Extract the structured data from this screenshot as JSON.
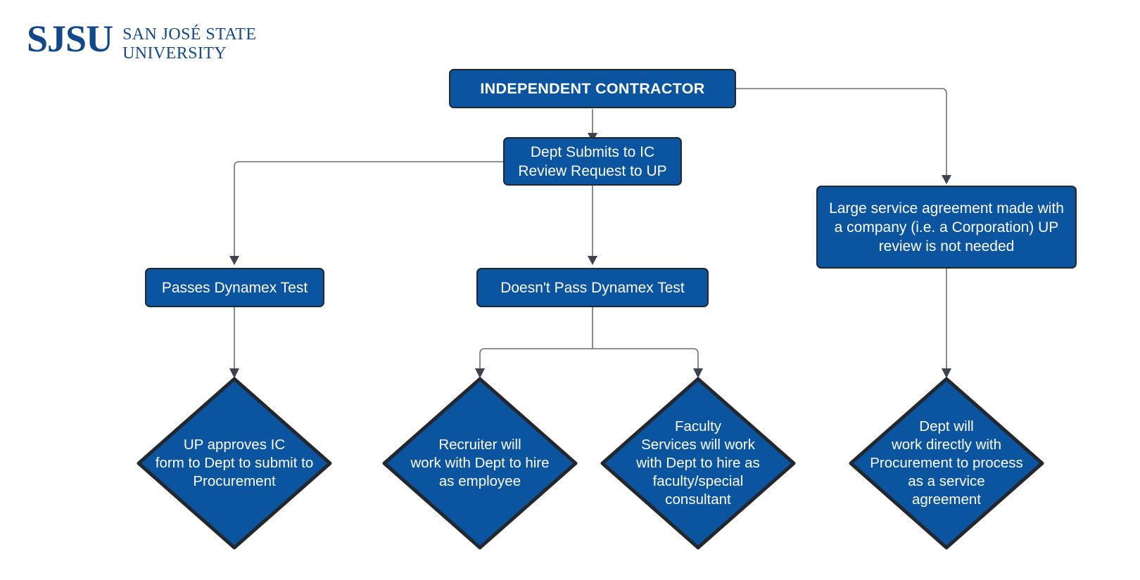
{
  "logo": {
    "mark": "SJSU",
    "wordmark": "SAN JOSÉ STATE\nUNIVERSITY",
    "color": "#13498B"
  },
  "colors": {
    "node_fill": "#0A54A0",
    "node_border": "#23272e",
    "connector": "#6b6f75",
    "arrowhead": "#3d4450",
    "node_text": "#ffffff",
    "background": "#ffffff"
  },
  "chart_data": {
    "type": "diagram",
    "subtype": "flowchart",
    "title": "INDEPENDENT CONTRACTOR",
    "nodes": [
      {
        "id": "start",
        "shape": "rounded-rectangle",
        "label": "INDEPENDENT CONTRACTOR"
      },
      {
        "id": "submit",
        "shape": "rounded-rectangle",
        "label": "Dept Submits to IC\nReview Request to UP"
      },
      {
        "id": "large-service",
        "shape": "rounded-rectangle",
        "label": "Large service agreement made with\na company (i.e. a Corporation) UP\nreview is not needed"
      },
      {
        "id": "passes",
        "shape": "rounded-rectangle",
        "label": "Passes Dynamex Test"
      },
      {
        "id": "fails",
        "shape": "rounded-rectangle",
        "label": "Doesn't Pass Dynamex Test"
      },
      {
        "id": "up-approves",
        "shape": "diamond",
        "label": "UP approves IC\nform to Dept to submit to\nProcurement"
      },
      {
        "id": "recruiter",
        "shape": "diamond",
        "label": "Recruiter will\nwork with Dept to hire\nas employee"
      },
      {
        "id": "faculty",
        "shape": "diamond",
        "label": "Faculty\nServices will work\nwith Dept to hire as\nfaculty/special\nconsultant"
      },
      {
        "id": "dept-direct",
        "shape": "diamond",
        "label": "Dept will\nwork directly with\nProcurement to process\nas a service\nagreement"
      }
    ],
    "edges": [
      {
        "from": "start",
        "to": "submit"
      },
      {
        "from": "start",
        "to": "large-service"
      },
      {
        "from": "submit",
        "to": "passes"
      },
      {
        "from": "submit",
        "to": "fails"
      },
      {
        "from": "passes",
        "to": "up-approves"
      },
      {
        "from": "fails",
        "to": "recruiter"
      },
      {
        "from": "fails",
        "to": "faculty"
      },
      {
        "from": "large-service",
        "to": "dept-direct"
      }
    ]
  },
  "nodes": {
    "start": {
      "label": "INDEPENDENT CONTRACTOR"
    },
    "submit": {
      "label": "Dept Submits to IC\nReview Request to UP"
    },
    "large_service": {
      "label": "Large service agreement made with\na company (i.e. a Corporation) UP\nreview is not needed"
    },
    "passes": {
      "label": "Passes Dynamex Test"
    },
    "fails": {
      "label": "Doesn't Pass Dynamex Test"
    },
    "up_approves": {
      "label": "UP approves IC\nform to Dept to submit to\nProcurement"
    },
    "recruiter": {
      "label": "Recruiter will\nwork with Dept to hire\nas employee"
    },
    "faculty": {
      "label": "Faculty\nServices will work\nwith Dept to hire as\nfaculty/special\nconsultant"
    },
    "dept_direct": {
      "label": "Dept will\nwork directly with\nProcurement to process\nas a service\nagreement"
    }
  }
}
